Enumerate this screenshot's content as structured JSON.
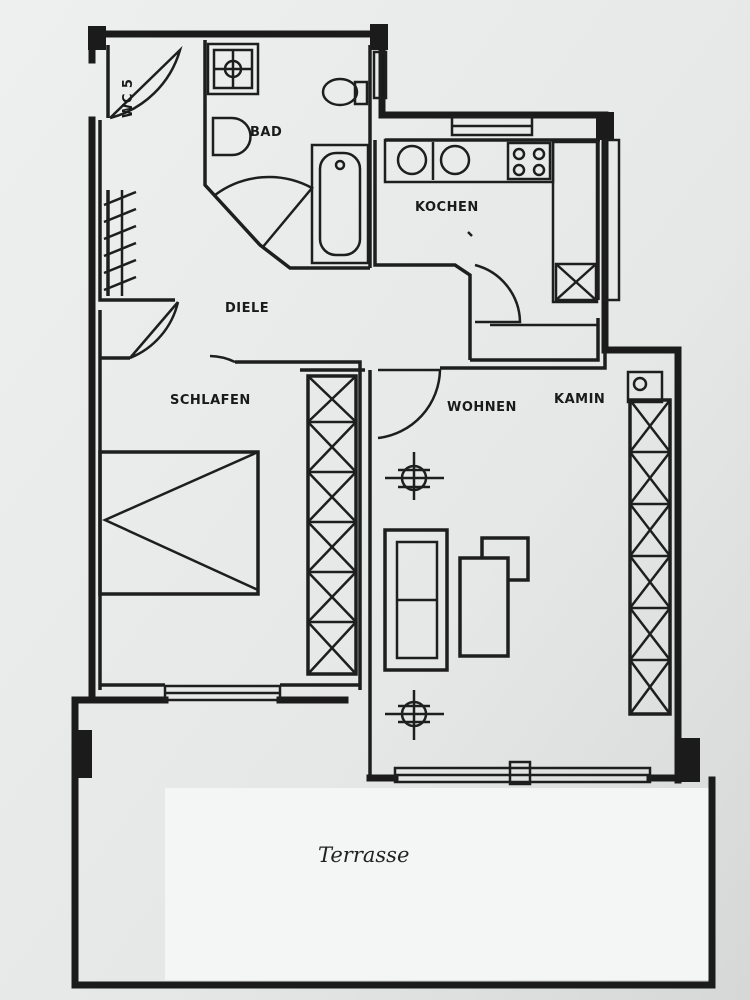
{
  "rooms": {
    "bad": "BAD",
    "kochen": "KOCHEN",
    "diele": "DIELE",
    "schlafen": "SCHLAFEN",
    "wohnen": "WOHNEN",
    "kamin": "KAMIN",
    "wc": "WC 5",
    "terrasse": "Terrasse"
  },
  "colors": {
    "paper": "#e9ebeb",
    "ink": "#1b1b1b",
    "terrace_patch": "#f2f3f3"
  }
}
